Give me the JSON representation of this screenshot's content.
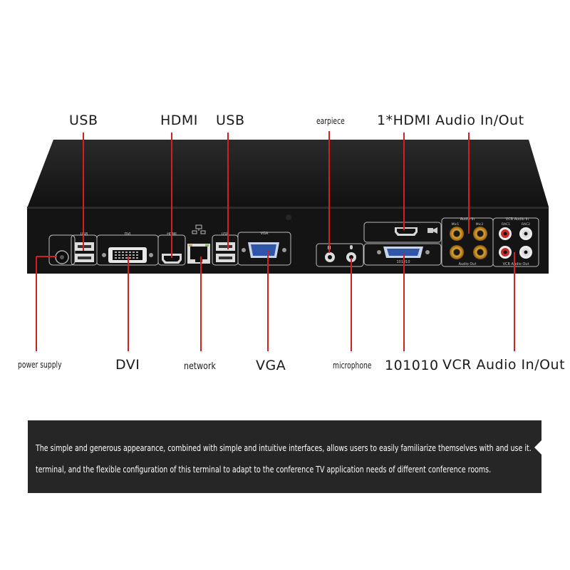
{
  "labels": {
    "usb_left": "USB",
    "hdmi": "HDMI",
    "usb_right": "USB",
    "earpiece": "earpiece",
    "hdmi_1": "1*HDMI",
    "audio_in_out": "Audio In/Out",
    "power_supply": "power supply",
    "dvi": "DVI",
    "network": "network",
    "vga": "VGA",
    "microphone": "microphone",
    "serial": "101010",
    "vcr_audio": "VCR Audio In/Out"
  },
  "panel_labels": {
    "usb1": "USB",
    "dvi": "DVI",
    "hdmi": "HDMI",
    "usb2": "USB",
    "vga": "VGA",
    "audio_in": "Audio In",
    "mic1": "Mic1",
    "mic2": "Mic2",
    "audio_out": "Audio Out",
    "vcr_audio_in": "VCR Audio In",
    "rac1": "RAC1",
    "rac2": "RAC2",
    "vcr_audio_out": "VCR Audio Out",
    "serial": "101010"
  },
  "caption": {
    "line1": "The simple and generous appearance, combined with simple and intuitive interfaces, allows users to easily familiarize themselves with and use it.",
    "line2": "terminal, and the flexible configuration of this terminal to adapt to the conference TV application needs of different conference rooms."
  },
  "colors": {
    "leader_line": "#d21f1f",
    "device_body": "#151515",
    "caption_bg": "#262626"
  }
}
